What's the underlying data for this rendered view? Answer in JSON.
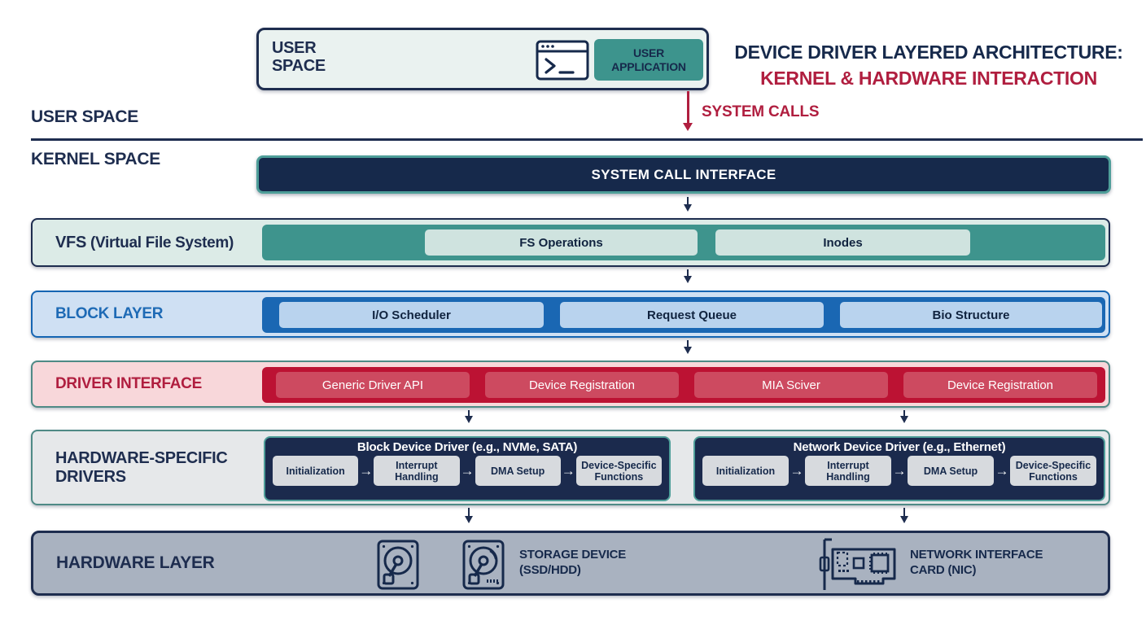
{
  "colors": {
    "navy": "#1e2d4f",
    "crimson": "#b01e3f",
    "teal": "#3d948d",
    "blue": "#1a67b3"
  },
  "user_space_box": {
    "label_line1": "USER",
    "label_line2": "SPACE",
    "app_line1": "USER",
    "app_line2": "APPLICATION"
  },
  "title": {
    "line1": "DEVICE DRIVER LAYERED ARCHITECTURE:",
    "line2": "KERNEL & HARDWARE INTERACTION"
  },
  "system_calls_label": "SYSTEM CALLS",
  "space_labels": {
    "user": "USER SPACE",
    "kernel": "KERNEL SPACE"
  },
  "sci": {
    "label": "SYSTEM CALL INTERFACE"
  },
  "vfs": {
    "label_bold": "VFS",
    "label_rest": "(Virtual File System)",
    "items": [
      "FS Operations",
      "Inodes"
    ]
  },
  "block_layer": {
    "label": "BLOCK LAYER",
    "items": [
      "I/O Scheduler",
      "Request Queue",
      "Bio Structure"
    ]
  },
  "driver_interface": {
    "label": "DRIVER INTERFACE",
    "items": [
      "Generic Driver API",
      "Device Registration",
      "MIA Sciver",
      "Device Registration"
    ]
  },
  "hw_drivers": {
    "label_line1": "HARDWARE-SPECIFIC",
    "label_line2": "DRIVERS",
    "boxes": [
      {
        "title": "Block Device Driver (e.g., NVMe, SATA)",
        "steps": [
          "Initialization",
          "Interrupt Handling",
          "DMA Setup",
          "Device-Specific Functions"
        ]
      },
      {
        "title": "Network Device Driver (e.g., Ethernet)",
        "steps": [
          "Initialization",
          "Interrupt Handling",
          "DMA Setup",
          "Device-Specific Functions"
        ]
      }
    ]
  },
  "hardware_layer": {
    "label": "HARDWARE LAYER",
    "storage_line1": "STORAGE DEVICE",
    "storage_line2": "(SSD/HDD)",
    "nic_line1": "NETWORK INTERFACE",
    "nic_line2": "CARD (NIC)"
  },
  "icons": [
    "terminal-icon",
    "hdd-icon",
    "nic-card-icon",
    "down-arrow",
    "step-arrow-icon"
  ]
}
